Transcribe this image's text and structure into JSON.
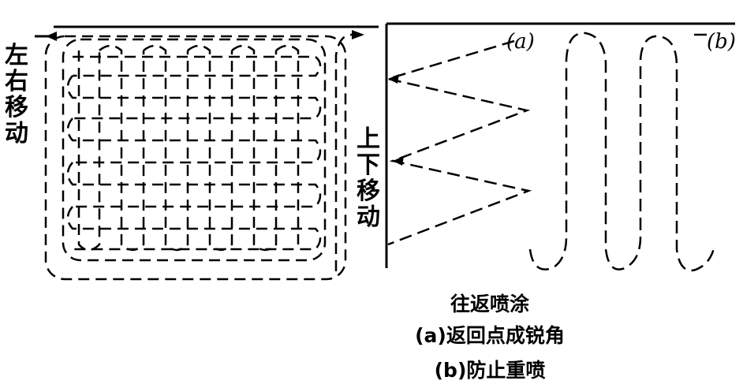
{
  "left_figure": {
    "side_label": [
      "左",
      "右",
      "移",
      "动"
    ]
  },
  "right_figure": {
    "side_label": [
      "上",
      "下",
      "移",
      "动"
    ],
    "label_a": "(a)",
    "label_b": "(b)"
  },
  "captions": {
    "title": "往返喷涂",
    "line_a": "(a)返回点成锐角",
    "line_b": "(b)防止重喷"
  },
  "colors": {
    "ink": "#000000",
    "background": "#ffffff"
  }
}
